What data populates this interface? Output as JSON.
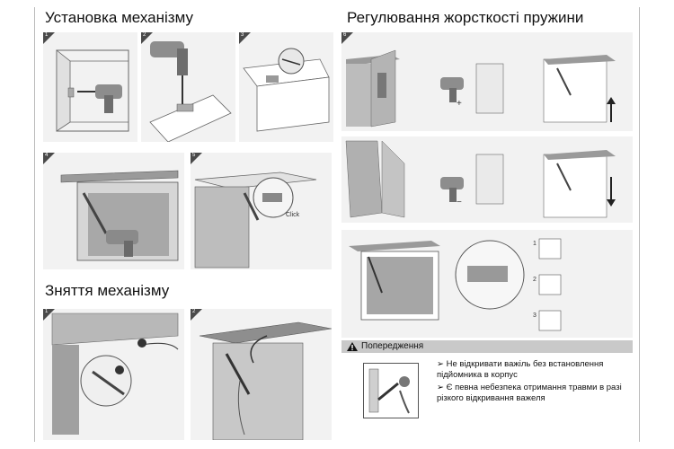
{
  "sections": {
    "install_title": "Установка механізму",
    "adjust_title": "Регулювання жорсткості пружини",
    "removal_title": "Зняття механізму"
  },
  "install_steps": [
    "1",
    "2",
    "3",
    "4",
    "5"
  ],
  "removal_steps": [
    "1",
    "2"
  ],
  "adjust_steps": [
    "6"
  ],
  "labels": {
    "click": "Click",
    "plus": "+",
    "minus": "−",
    "adjust_1": "1",
    "adjust_2": "2",
    "adjust_3": "3"
  },
  "warning": {
    "title": "Попередження",
    "items": [
      "Не відкривати важіль без встановлення підйомника в корпус",
      "Є певна небезпека отримання травми в разі різкого відкривання важеля"
    ]
  },
  "colors": {
    "panel_bg": "#f2f2f2",
    "warning_bar": "#c9c9c9",
    "cabinet_gray": "#8a8a8a",
    "dark_gray": "#4a4a4a"
  }
}
